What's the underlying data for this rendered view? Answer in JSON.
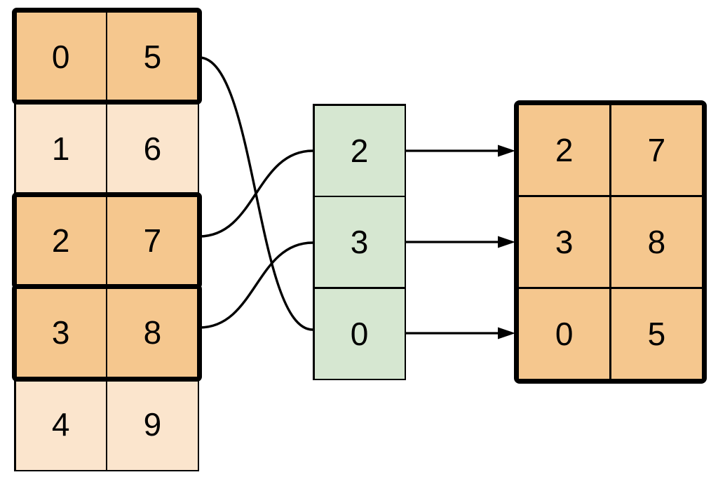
{
  "colors": {
    "highlight_fill": "#F5C78E",
    "plain_fill": "#FBE5CD",
    "index_fill": "#D6E7D1",
    "line": "#000000",
    "background": "#FFFFFF"
  },
  "source_table": {
    "rows": [
      {
        "cells": [
          "0",
          "5"
        ],
        "highlighted": true
      },
      {
        "cells": [
          "1",
          "6"
        ],
        "highlighted": false
      },
      {
        "cells": [
          "2",
          "7"
        ],
        "highlighted": true
      },
      {
        "cells": [
          "3",
          "8"
        ],
        "highlighted": true
      },
      {
        "cells": [
          "4",
          "9"
        ],
        "highlighted": false
      }
    ]
  },
  "index_array": {
    "values": [
      "2",
      "3",
      "0"
    ]
  },
  "result_table": {
    "rows": [
      {
        "cells": [
          "2",
          "7"
        ]
      },
      {
        "cells": [
          "3",
          "8"
        ]
      },
      {
        "cells": [
          "0",
          "5"
        ]
      }
    ]
  },
  "connections": [
    {
      "source_row": 0,
      "index_value": "0"
    },
    {
      "source_row": 2,
      "index_value": "2"
    },
    {
      "source_row": 3,
      "index_value": "3"
    }
  ],
  "arrows": [
    {
      "index_value": "2",
      "result_row": 0
    },
    {
      "index_value": "3",
      "result_row": 1
    },
    {
      "index_value": "0",
      "result_row": 2
    }
  ]
}
